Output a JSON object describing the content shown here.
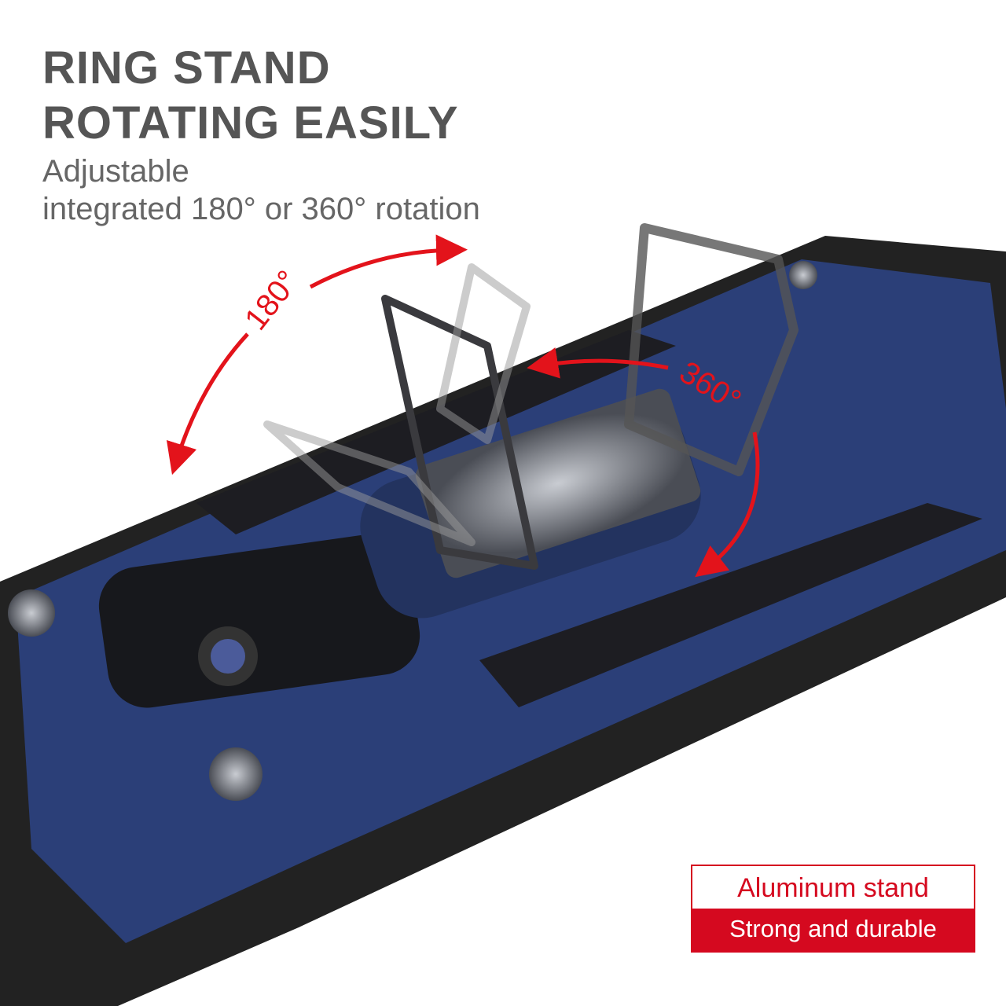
{
  "headline": {
    "line1": "RING STAND",
    "line2": "ROTATING EASILY"
  },
  "subtitle": {
    "line1": "Adjustable",
    "line2": "integrated 180° or 360° rotation"
  },
  "rotation_labels": {
    "angle_a": "180°",
    "angle_b": "360°"
  },
  "badge": {
    "top": "Aluminum stand",
    "bottom": "Strong and durable"
  },
  "colors": {
    "case_blue": "#2b3f78",
    "accent_red": "#d5091f",
    "arrow_red": "#e3131b",
    "text_gray": "#555555"
  }
}
